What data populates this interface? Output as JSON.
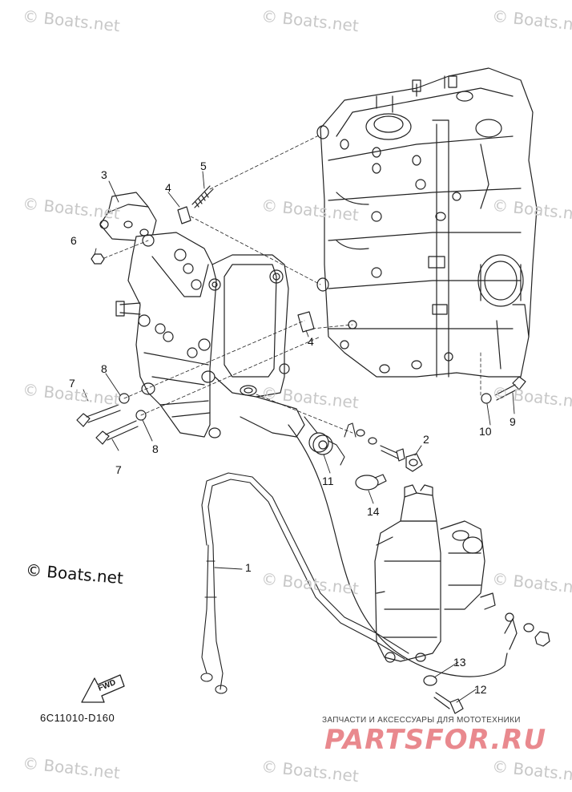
{
  "watermark": "© Boats.net",
  "copyright": "© Boats.net",
  "diagram_code": "6C11010-D160",
  "fwd_label": "FWD",
  "banner": {
    "tagline": "ЗАПЧАСТИ И АКСЕССУАРЫ ДЛЯ МОТОТЕХНИКИ",
    "logo": "PARTSFOR.RU",
    "logo_color": "#d72832"
  },
  "callouts": [
    "1",
    "2",
    "3",
    "4",
    "4",
    "5",
    "6",
    "7",
    "7",
    "8",
    "8",
    "9",
    "10",
    "11",
    "12",
    "13",
    "14"
  ]
}
